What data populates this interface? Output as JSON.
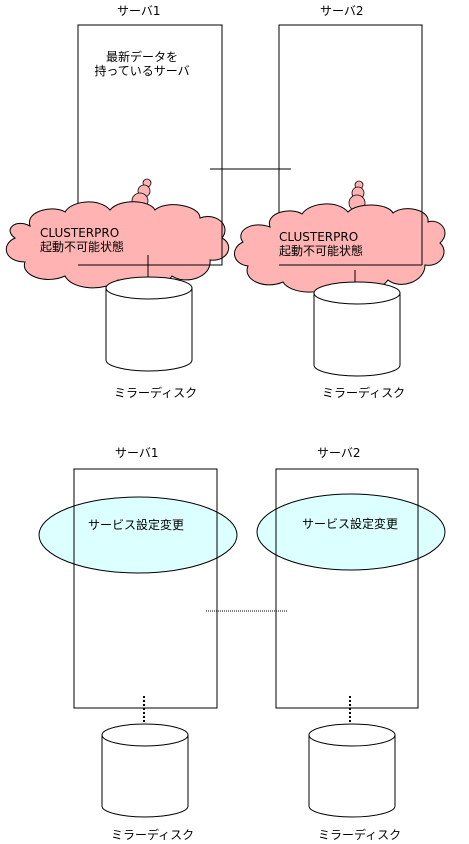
{
  "top_section": {
    "server1": {
      "title": "サーバ1",
      "note": "最新データを\n持っているサーバ",
      "status": "CLUSTERPRO\n起動不可能状態"
    },
    "server2": {
      "title": "サーバ2",
      "status": "CLUSTERPRO\n起動不可能状態"
    },
    "disk1_label": "ミラーディスク",
    "disk2_label": "ミラーディスク"
  },
  "bottom_section": {
    "server1": {
      "title": "サーバ1",
      "service_change": "サービス設定変更"
    },
    "server2": {
      "title": "サーバ2",
      "service_change": "サービス設定変更"
    },
    "disk1_label": "ミラーディスク",
    "disk2_label": "ミラーディスク"
  },
  "colors": {
    "cloud_fill": "#ffb3b3",
    "ellipse_fill": "#dcffff",
    "stroke": "#000000"
  }
}
